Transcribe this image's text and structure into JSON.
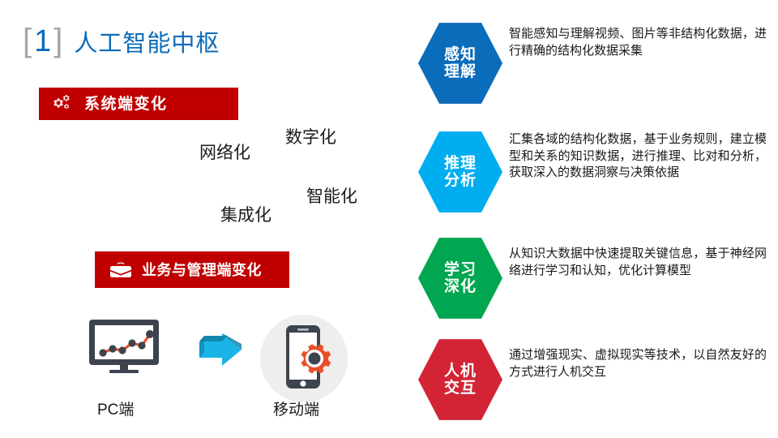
{
  "slide": {
    "title": {
      "bracket_left": "[",
      "number": "1",
      "bracket_right": "]",
      "text": "人工智能中枢",
      "number_color": "#0b6cba",
      "bracket_color": "#a6a6a6",
      "text_color": "#0b6cba"
    },
    "banners": [
      {
        "label": "系统端变化",
        "icon": "gears-icon",
        "color": "#c00000"
      },
      {
        "label": "业务与管理端变化",
        "icon": "briefcase-icon",
        "color": "#c00000"
      }
    ],
    "keywords": [
      {
        "label": "数字化"
      },
      {
        "label": "网络化"
      },
      {
        "label": "智能化"
      },
      {
        "label": "集成化"
      }
    ],
    "endpoints": [
      {
        "label": "PC端",
        "icon": "monitor-chart-icon"
      },
      {
        "label": "移动端",
        "icon": "smartphone-gear-icon"
      }
    ],
    "transition_icon": "right-arrow-icon",
    "capabilities": [
      {
        "label": "感知\n理解",
        "color": "#0b6cba",
        "desc": "智能感知与理解视频、图片等非结构化数据，进行精确的结构化数据采集"
      },
      {
        "label": "推理\n分析",
        "color": "#00aeef",
        "desc": "汇集各域的结构化数据，基于业务规则，建立模型和关系的知识数据，进行推理、比对和分析，获取深入的数据洞察与决策依据"
      },
      {
        "label": "学习\n深化",
        "color": "#00a650",
        "desc": "从知识大数据中快速提取关键信息，基于神经网络进行学习和认知，优化计算模型"
      },
      {
        "label": "人机\n交互",
        "color": "#d32436",
        "desc": "通过增强现实、虚拟现实等技术，以自然友好的方式进行人机交互"
      }
    ]
  }
}
